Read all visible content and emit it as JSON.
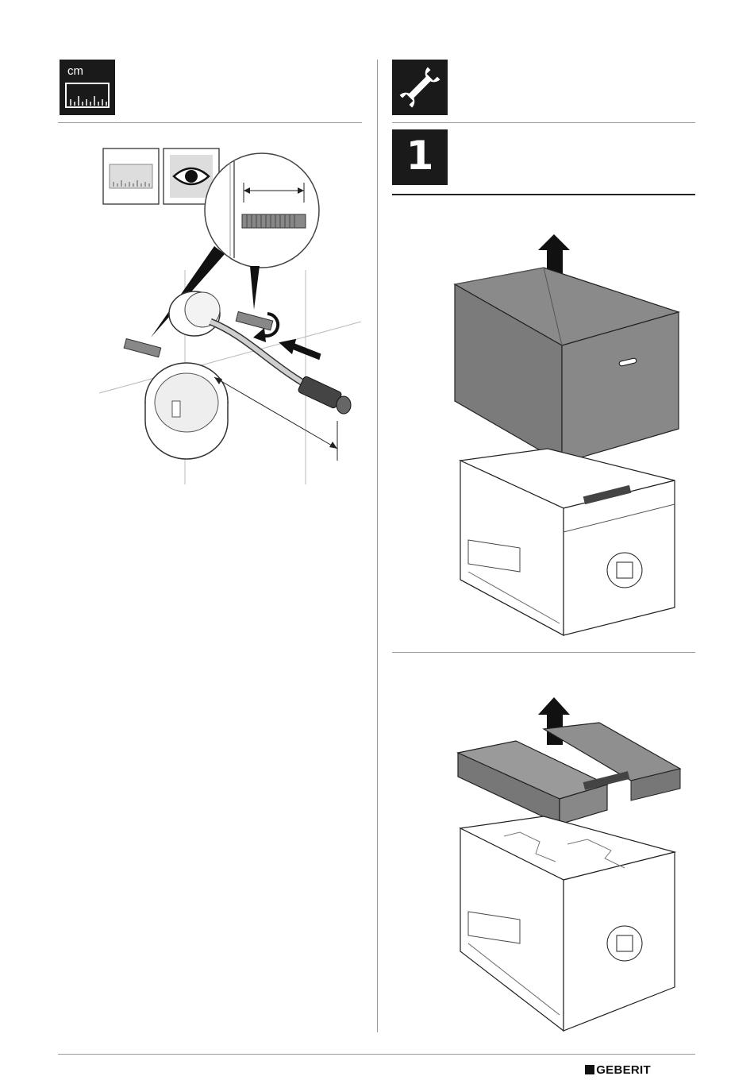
{
  "left_panel": {
    "icon_label": "cm",
    "icon_name": "measuring-scale-icon"
  },
  "right_panel": {
    "tool_icon": "wrench-icon",
    "step_number": "1"
  },
  "footer": {
    "brand": "GEBERIT"
  }
}
